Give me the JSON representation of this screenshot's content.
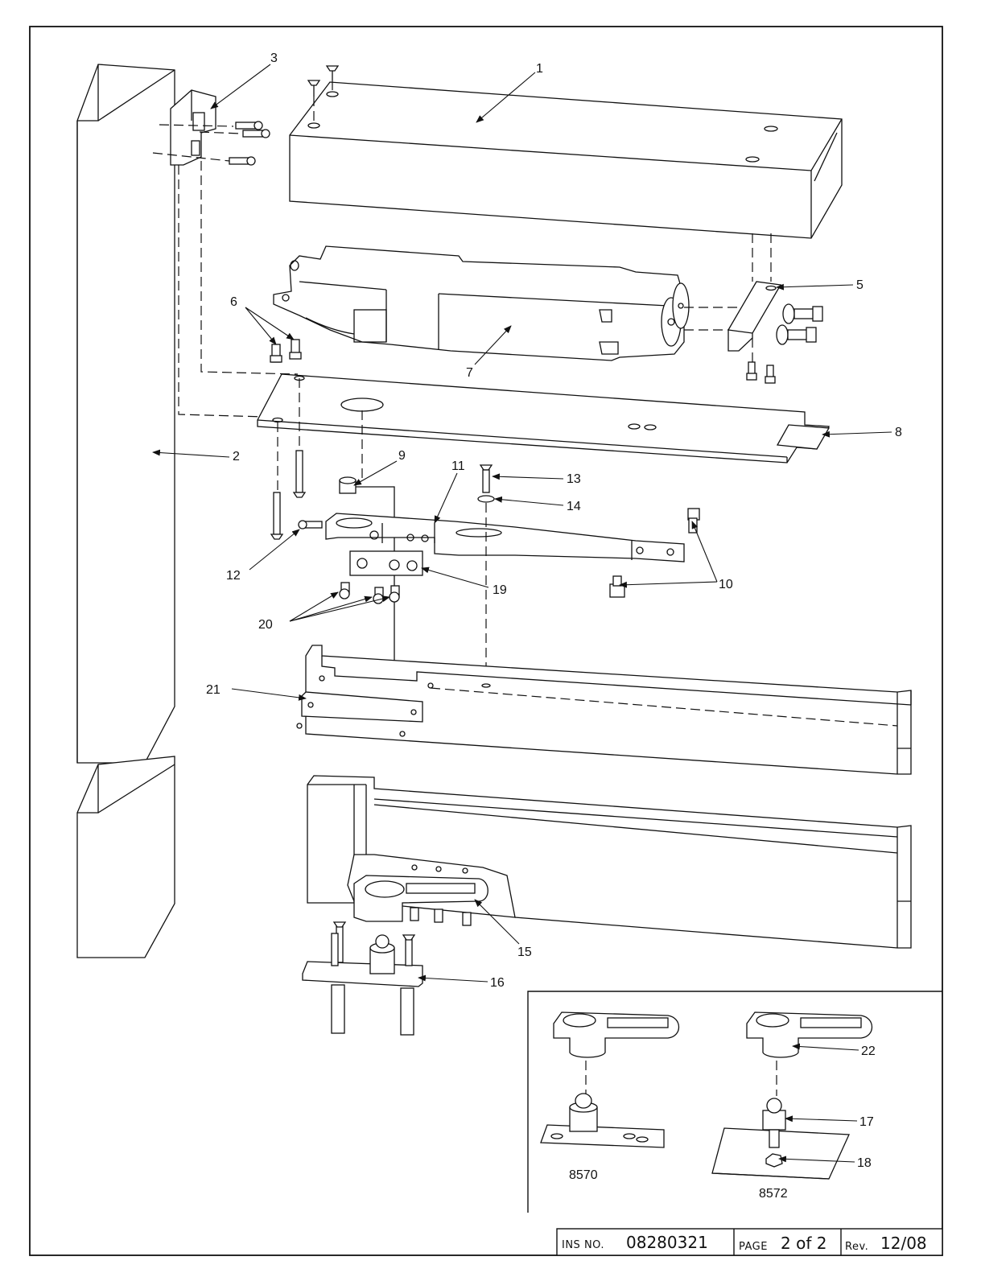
{
  "callouts": [
    "1",
    "2",
    "3",
    "5",
    "6",
    "7",
    "8",
    "9",
    "10",
    "11",
    "12",
    "13",
    "14",
    "15",
    "16",
    "17",
    "18",
    "19",
    "20",
    "21",
    "22"
  ],
  "models": {
    "left": "8570",
    "right": "8572"
  },
  "title_block": {
    "ins_label": "INS NO.",
    "ins_value": "08280321",
    "page_label": "PAGE",
    "page_value": "2 of 2",
    "rev_label": "Rev.",
    "rev_value": "12/08"
  }
}
